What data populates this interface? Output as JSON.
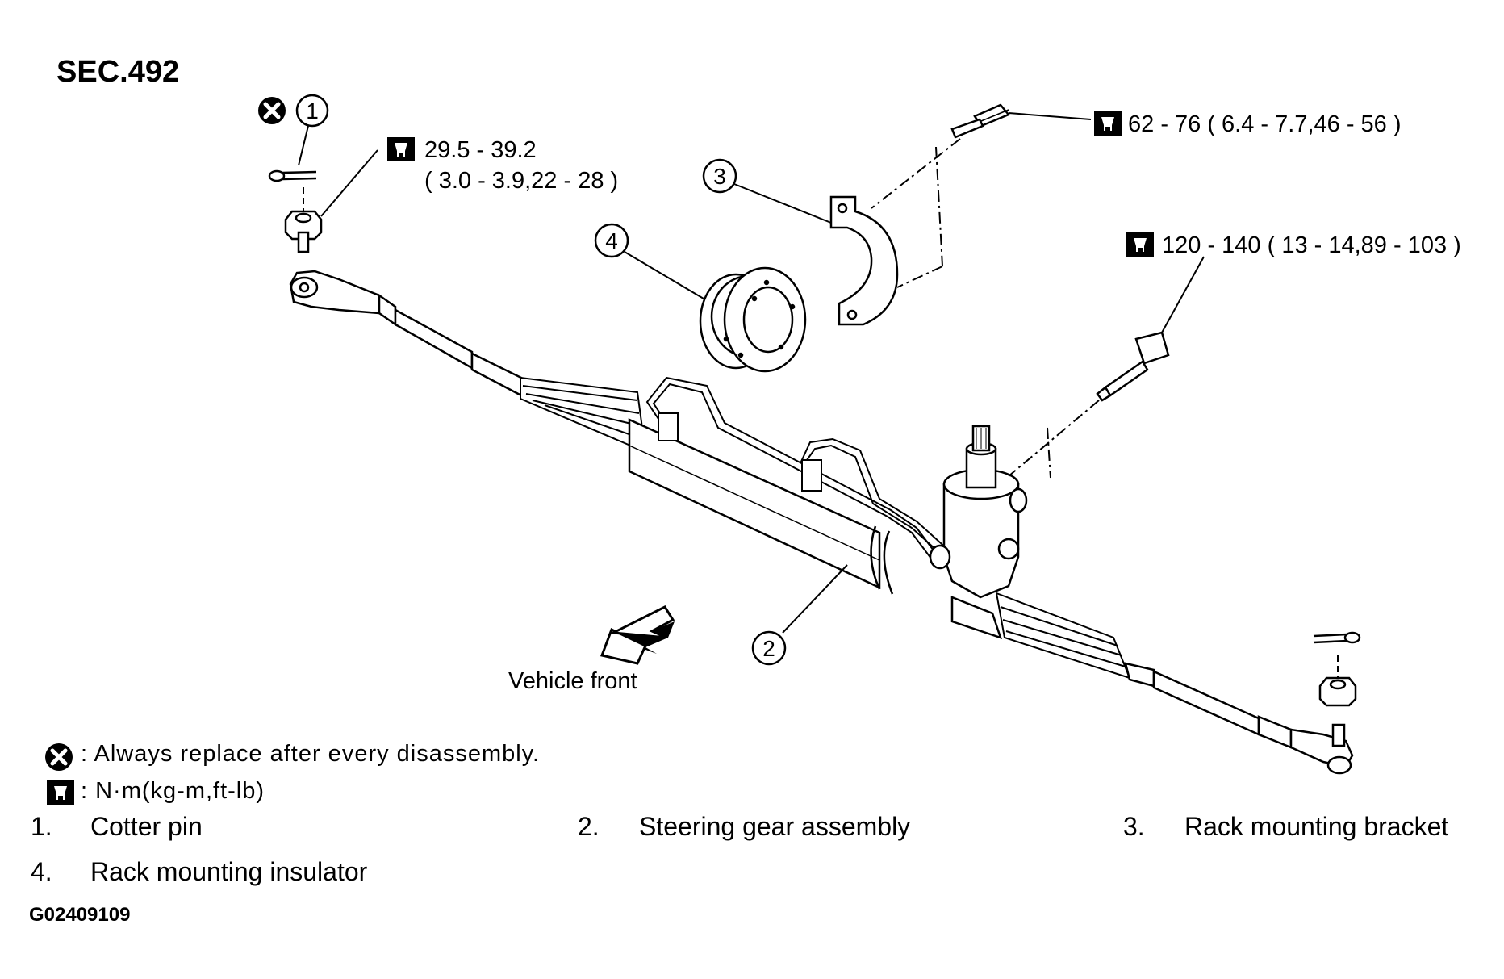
{
  "section": "SEC.492",
  "torque_specs": {
    "cotter_nut_line1": "29.5 - 39.2",
    "cotter_nut_line2": "( 3.0 - 3.9,22 - 28 )",
    "bracket_bolt": "62 - 76 ( 6.4 - 7.7,46 - 56 )",
    "gear_bolt": "120 - 140 ( 13 - 14,89 - 103 )"
  },
  "callouts": [
    "1",
    "2",
    "3",
    "4"
  ],
  "direction_label": "Vehicle front",
  "legend": {
    "replace": ": Always replace after every disassembly.",
    "units": ": N·m(kg-m,ft-lb)"
  },
  "parts": [
    {
      "num": "1.",
      "name": "Cotter pin"
    },
    {
      "num": "2.",
      "name": "Steering gear assembly"
    },
    {
      "num": "3.",
      "name": "Rack mounting bracket"
    },
    {
      "num": "4.",
      "name": "Rack mounting insulator"
    }
  ],
  "figure_code": "G02409109",
  "icons": {
    "replace": "x-circle-icon",
    "torque": "torque-wrench-icon"
  }
}
